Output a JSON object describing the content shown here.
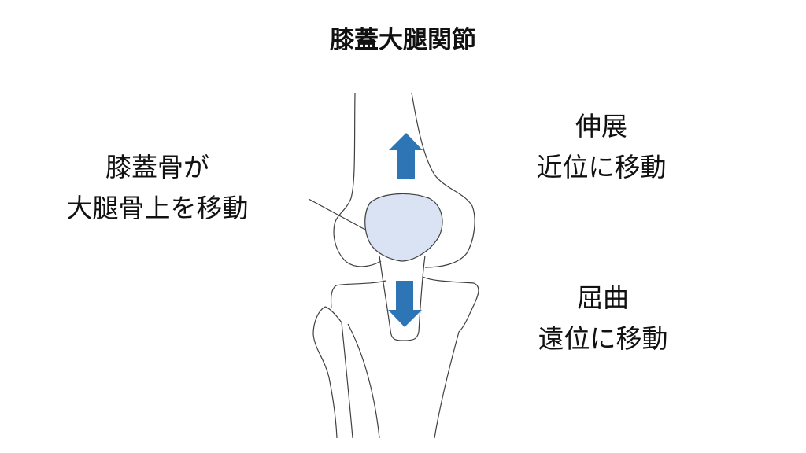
{
  "title": "膝蓋大腿関節",
  "left_label": {
    "line1": "膝蓋骨が",
    "line2": "大腿骨上を移動"
  },
  "extension": {
    "line1": "伸展",
    "line2": "近位に移動"
  },
  "flexion": {
    "line1": "屈曲",
    "line2": "遠位に移動"
  },
  "colors": {
    "arrow": "#2e75b6",
    "patella_fill": "#dae3f3",
    "outline": "#404040"
  }
}
